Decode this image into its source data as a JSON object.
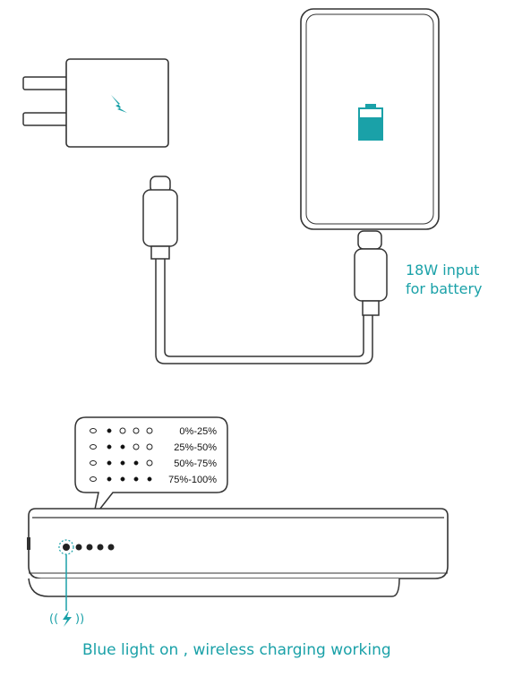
{
  "input_label": {
    "line1": "18W input",
    "line2": "for battery"
  },
  "indicator_legend": [
    {
      "range": "0%-25%",
      "lit": 1
    },
    {
      "range": "25%-50%",
      "lit": 2
    },
    {
      "range": "50%-75%",
      "lit": 3
    },
    {
      "range": "75%-100%",
      "lit": 4
    }
  ],
  "wireless_note": "Blue light on , wireless charging working",
  "icons": [
    "wall-charger",
    "lightning-bolt-icon",
    "power-bank",
    "battery-level-icon",
    "usb-c-cable",
    "wireless-charging-icon"
  ],
  "colors": {
    "accent": "#1aa1a8",
    "outline": "#333333"
  }
}
